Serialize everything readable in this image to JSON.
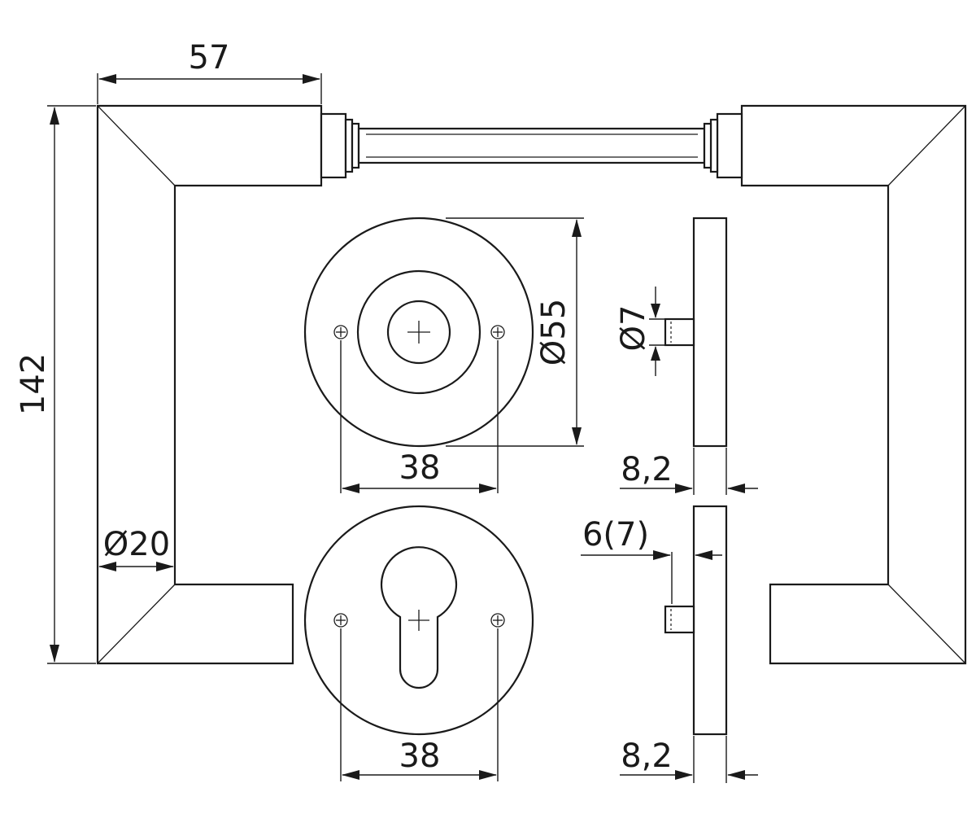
{
  "dimensions": {
    "handle_length": "57",
    "total_height": "142",
    "handle_diameter": "Ø20",
    "rose_diameter": "Ø55",
    "screw_spacing_top": "38",
    "screw_spacing_bottom": "38",
    "spindle_diameter": "Ø7",
    "rose_thickness_top": "8,2",
    "rose_thickness_bottom": "8,2",
    "pin_length": "6(7)"
  },
  "colors": {
    "line": "#1a1a1a",
    "background": "#ffffff"
  }
}
